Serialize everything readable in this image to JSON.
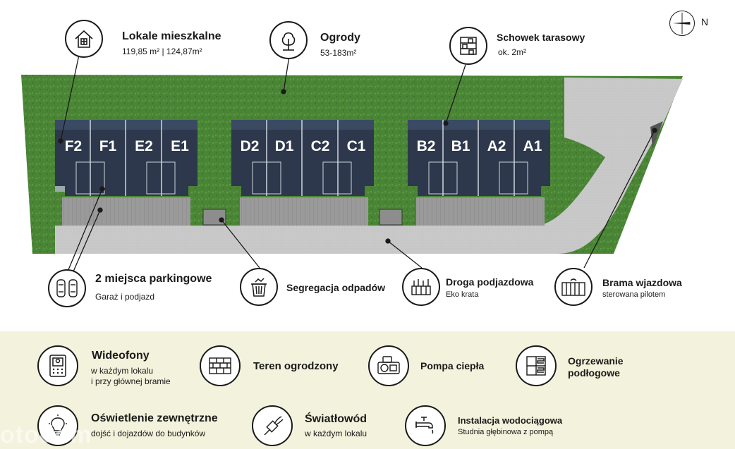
{
  "compass": {
    "label": "N"
  },
  "features_top": {
    "residential": {
      "title": "Lokale mieszkalne",
      "sub": "119,85 m² | 124,87m²",
      "icon": "house-icon"
    },
    "gardens": {
      "title": "Ogrody",
      "sub": "53-183m²",
      "icon": "tree-icon"
    },
    "storage": {
      "title": "Schowek tarasowy",
      "sub": "ok. 2m²",
      "icon": "shelf-icon"
    }
  },
  "units": {
    "row1": [
      "F2",
      "F1",
      "E2",
      "E1"
    ],
    "row2": [
      "D2",
      "D1",
      "C2",
      "C1"
    ],
    "row3": [
      "B2",
      "B1",
      "A2",
      "A1"
    ]
  },
  "features_mid": {
    "parking": {
      "title": "2 miejsca parkingowe",
      "sub": "Garaż i podjazd",
      "icon": "cars-icon"
    },
    "waste": {
      "title": "Segregacja odpadów",
      "icon": "trash-icon"
    },
    "driveway": {
      "title": "Droga podjazdowa",
      "sub": "Eko krata",
      "icon": "grass-grid-icon"
    },
    "gate": {
      "title": "Brama wjazdowa",
      "sub": "sterowana pilotem",
      "icon": "gate-icon"
    }
  },
  "amenities": {
    "intercom": {
      "title": "Wideofony",
      "sub1": "w każdym lokalu",
      "sub2": "i przy głównej bramie",
      "icon": "intercom-icon"
    },
    "fence": {
      "title": "Teren ogrodzony",
      "icon": "brick-wall-icon"
    },
    "heatpump": {
      "title": "Pompa ciepła",
      "icon": "heat-pump-icon"
    },
    "floorheat": {
      "title1": "Ogrzewanie",
      "title2": "podłogowe",
      "icon": "floor-heating-icon"
    },
    "lighting": {
      "title": "Oświetlenie zewnętrzne",
      "sub": "dojść i dojazdów do budynków",
      "icon": "lightbulb-icon"
    },
    "fiber": {
      "title": "Światłowód",
      "sub": "w każdym lokalu",
      "icon": "fiber-cable-icon"
    },
    "water": {
      "title": "Instalacja wodociągowa",
      "sub": "Studnia głębinowa z pompą",
      "icon": "faucet-icon"
    }
  },
  "watermark": "otodom",
  "colors": {
    "grass": "#4f8a3a",
    "building": "#2f3a4f",
    "road": "#c8c8c8",
    "panel": "#f3f2dc"
  }
}
